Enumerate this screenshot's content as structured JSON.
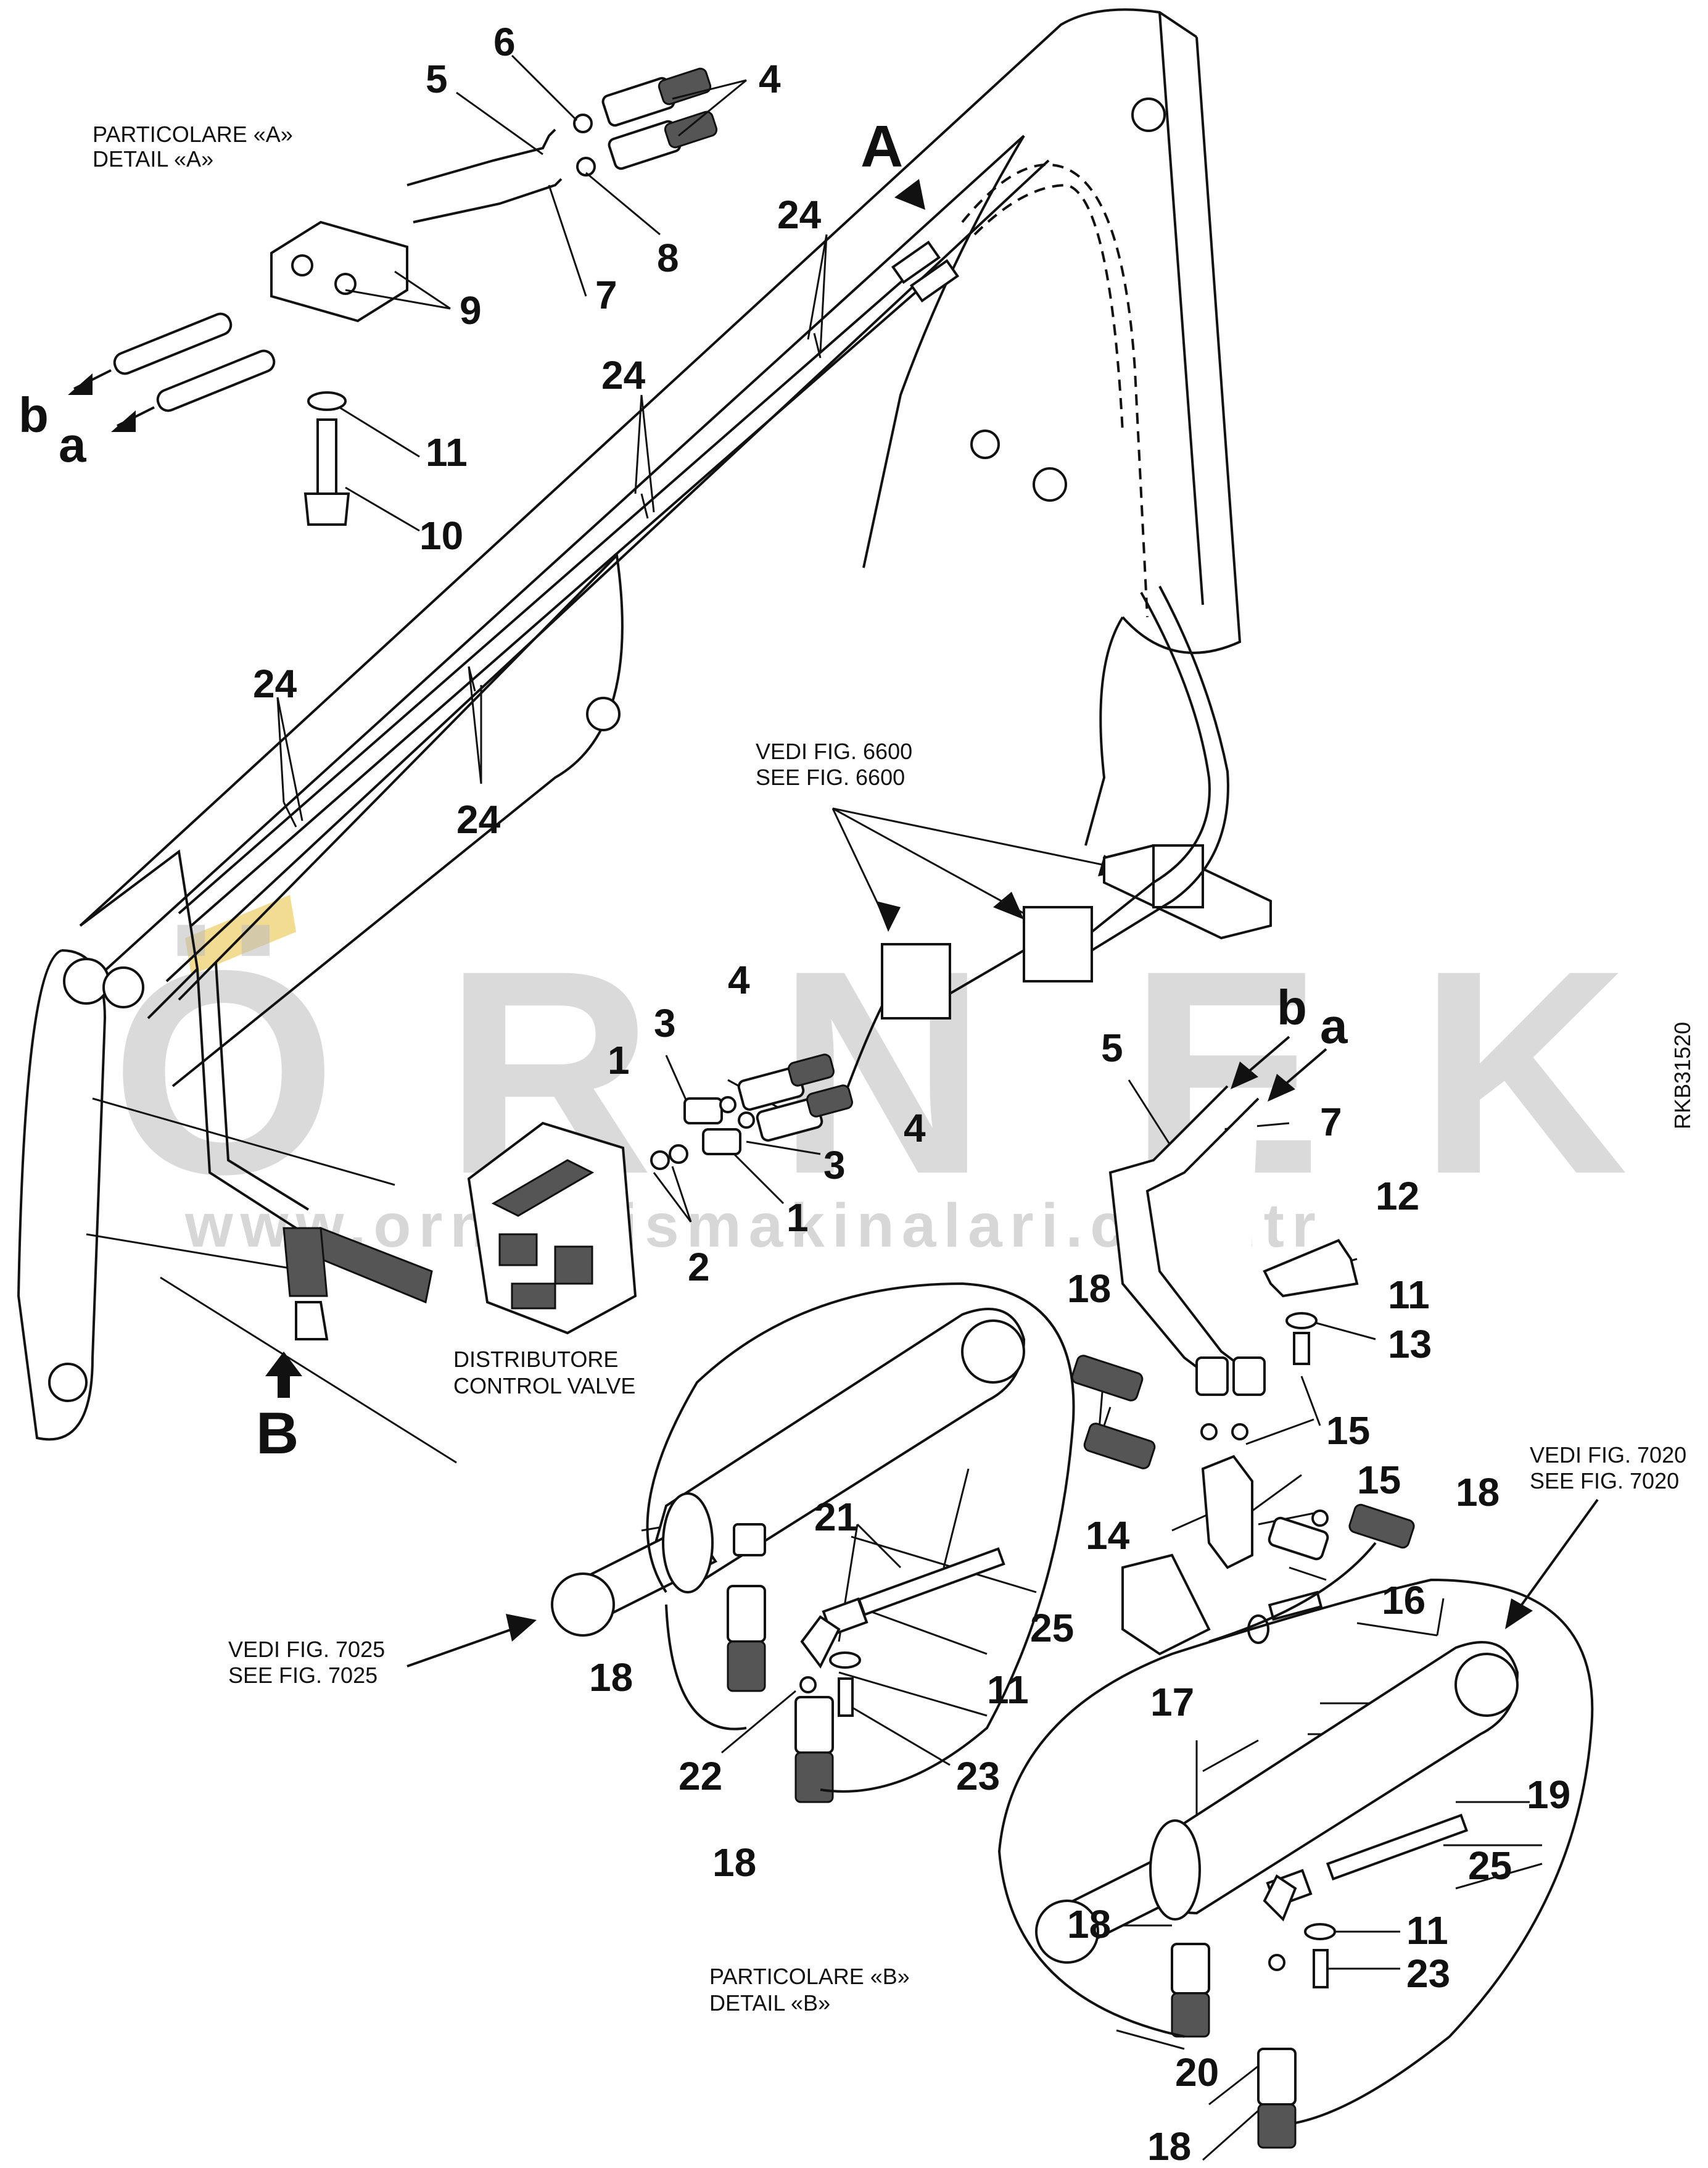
{
  "labels": {
    "detail_a_it": "PARTICOLARE «A»",
    "detail_a_en": "DETAIL «A»",
    "detail_b_it": "PARTICOLARE «B»",
    "detail_b_en": "DETAIL «B»",
    "vedi_6600": "VEDI FIG. 6600",
    "see_6600": "SEE FIG. 6600",
    "vedi_7020": "VEDI FIG. 7020",
    "see_7020": "SEE FIG. 7020",
    "vedi_7025": "VEDI FIG. 7025",
    "see_7025": "SEE FIG. 7025",
    "distributore": "DISTRIBUTORE",
    "control_valve": "CONTROL VALVE",
    "drawing_code": "RKB31520"
  },
  "letters": {
    "A": "A",
    "B": "B",
    "a": "a",
    "b": "b"
  },
  "watermark": {
    "letters": [
      "Ö",
      "R",
      "N",
      "E",
      "K"
    ],
    "url": "www.orneksismakinalari.com.tr"
  },
  "callouts": [
    {
      "n": "1"
    },
    {
      "n": "2"
    },
    {
      "n": "3"
    },
    {
      "n": "4"
    },
    {
      "n": "5"
    },
    {
      "n": "6"
    },
    {
      "n": "7"
    },
    {
      "n": "8"
    },
    {
      "n": "9"
    },
    {
      "n": "10"
    },
    {
      "n": "11"
    },
    {
      "n": "12"
    },
    {
      "n": "13"
    },
    {
      "n": "14"
    },
    {
      "n": "15"
    },
    {
      "n": "16"
    },
    {
      "n": "17"
    },
    {
      "n": "18"
    },
    {
      "n": "19"
    },
    {
      "n": "20"
    },
    {
      "n": "21"
    },
    {
      "n": "22"
    },
    {
      "n": "23"
    },
    {
      "n": "24"
    },
    {
      "n": "25"
    }
  ],
  "colors": {
    "ink": "#111111",
    "watermark_grey": "#bdbdbd",
    "watermark_accent": "#e8c547"
  }
}
